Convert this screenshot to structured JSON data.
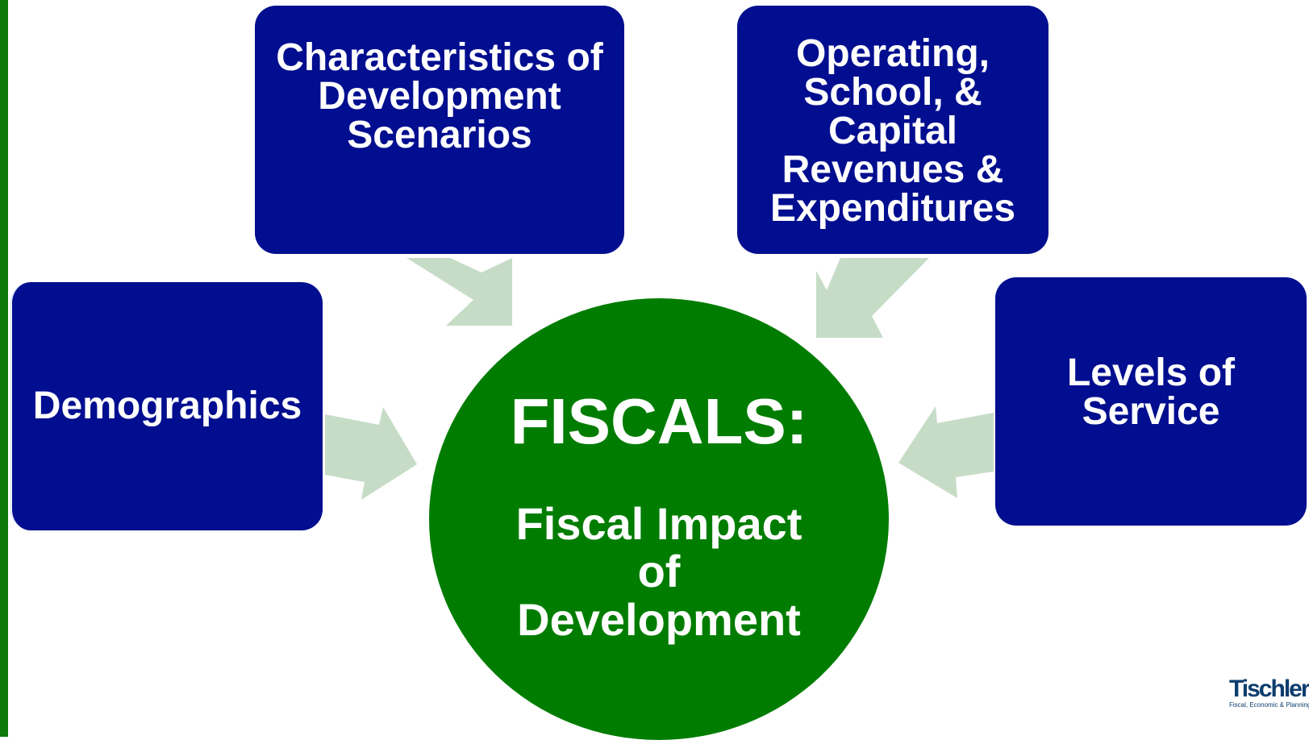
{
  "colors": {
    "box_fill": "#000e8f",
    "circle_fill": "#007d00",
    "arrow_fill": "#c6dcc6",
    "side_bar": "#0b7a0b",
    "text": "#ffffff"
  },
  "boxes": {
    "demographics": "Demographics",
    "development": "Characteristics of\nDevelopment\nScenarios",
    "operating": "Operating,\nSchool, &\nCapital\nRevenues &\nExpenditures",
    "levels": "Levels of\nService"
  },
  "center": {
    "title": "FISCALS:",
    "subtitle": "Fiscal Impact\nof\nDevelopment"
  },
  "logo": {
    "name": "Tischler",
    "tagline": "Fiscal, Economic & Planning"
  }
}
